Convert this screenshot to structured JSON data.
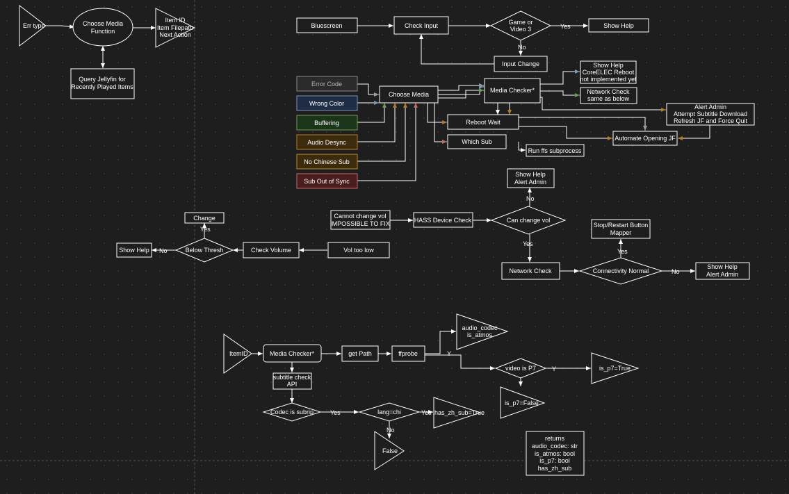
{
  "labels": {
    "err_type": "Err type",
    "choose_media_function": [
      "Choose Media",
      "Function"
    ],
    "item_info": [
      "Item ID",
      "Item Filepath",
      "Next Action"
    ],
    "query_jellyfin": [
      "Query Jellyfin for",
      "Recently Played Items"
    ],
    "bluescreen": "Bluescreen",
    "check_input": "Check Input",
    "game_or_video": [
      "Game or",
      "Video 3"
    ],
    "yes": "Yes",
    "no": "No",
    "y": "Y",
    "show_help": "Show Help",
    "input_change": "Input Change",
    "error_code": "Error Code",
    "wrong_color": "Wrong Color",
    "buffering": "Buffering",
    "audio_desync": "Audio Desync",
    "no_chinese_sub": "No Chinese Sub",
    "sub_out_of_sync": "Sub Out of Sync",
    "choose_media": "Choose Media",
    "media_checker": "Media Checker*",
    "show_help_coreelec": [
      "Show Help",
      "CoreELEC Reboot",
      "not implemented yet"
    ],
    "network_check_same": [
      "Network Check",
      "same as below"
    ],
    "alert_admin_subtitle": [
      "Alert Admin",
      "Attempt Subtitle Download",
      "Refresh JF and Force Quit"
    ],
    "reboot_wait": "Reboot Wait",
    "which_sub": "Which Sub",
    "run_ffs": "Run ffs subprocess",
    "automate_opening_jf": "Automate Opening JF",
    "show_help_alert_admin": [
      "Show Help",
      "Alert Admin"
    ],
    "cannot_change_vol": [
      "Cannot change vol",
      "IMPOSSIBLE TO FIX"
    ],
    "hass_device_check": "HASS Device Check",
    "can_change_vol": "Can change vol",
    "change": "Change",
    "below_thresh": "Below Thresh",
    "check_volume": "Check Volume",
    "vol_too_low": "Vol too low",
    "stop_restart_button": [
      "Stop/Restart Button",
      "Mapper"
    ],
    "network_check": "Network Check",
    "connectivity_normal": "Connectivity Normal",
    "item_id": "ItemID",
    "get_path": "get Path",
    "ffprobe": "ffprobe",
    "audio_codec_atmos": [
      "audio_codec",
      "is_atmos"
    ],
    "video_is_p7": "video is P7",
    "is_p7_true": "is_p7=True",
    "is_p7_false": "is_p7=False",
    "subtitle_check_api": [
      "subtitle check",
      "API"
    ],
    "codec_is_subrip": "Codec is subrip",
    "lang_chi": "lang=chi",
    "has_zh_sub_true": "has_zh_sub=True",
    "false": "False",
    "returns": [
      "returns",
      "audio_codec: str",
      "is_atmos: bool",
      "is_p7: bool",
      "has_zh_sub"
    ]
  },
  "colors": {
    "background": "#1e1e1e",
    "line": "#ffffff",
    "error_code_fill": "#2b2b2b",
    "error_code_stroke": "#888888",
    "wrong_color_fill": "#1e2d44",
    "wrong_color_stroke": "#7d93b9",
    "buffering_fill": "#1b3518",
    "buffering_stroke": "#6d9a56",
    "audio_desync_fill": "#3d2b0d",
    "audio_desync_stroke": "#b07a2a",
    "no_chinese_sub_fill": "#3d2b0d",
    "no_chinese_sub_stroke": "#b58b2d",
    "sub_out_of_sync_fill": "#4a1e1e",
    "sub_out_of_sync_stroke": "#c06a6a",
    "blue_link": "#7d93b9",
    "green_link": "#6d9a56",
    "orange_link": "#b07a2a",
    "red_link": "#c06a6a",
    "gray_link": "#999999"
  }
}
